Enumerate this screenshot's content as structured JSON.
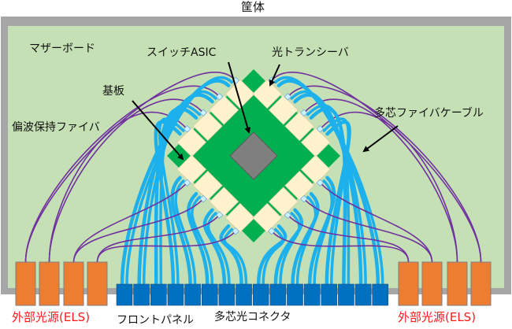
{
  "labels": {
    "chassis": "筐体",
    "motherboard": "マザーボード",
    "switch_asic": "スイッチASIC",
    "optical_transceiver": "光トランシーバ",
    "substrate": "基板",
    "pm_fiber": "偏波保持ファイバ",
    "multicore_fiber_cable": "多芯ファイバケーブル",
    "els_left": "外部光源(ELS)",
    "els_right": "外部光源(ELS)",
    "front_panel": "フロントパネル",
    "multicore_connector": "多芯光コネクタ"
  },
  "counts": {
    "connectors": 16,
    "els_per_side": 4,
    "transceivers_per_edge": 4
  },
  "colors": {
    "chassis": "#a6a6a6",
    "board": "#c5e0b4",
    "substrate": "#00b050",
    "asic": "#7f7f7f",
    "transceiver": "#fff2cc",
    "fiber_blue": "#1cb0ec",
    "fiber_purple": "#7030a0",
    "connector": "#0070c0",
    "els": "#ed7d31",
    "els_label": "#ff1a1a"
  }
}
